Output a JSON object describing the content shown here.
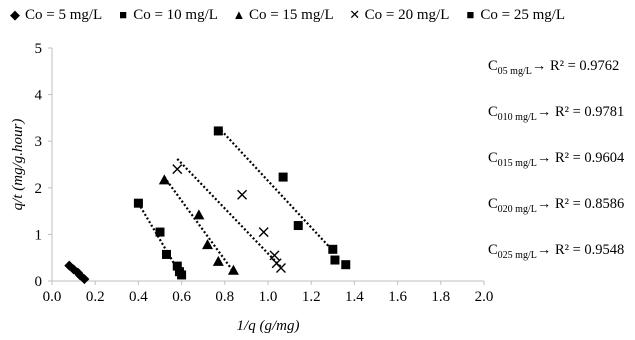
{
  "chart_data": {
    "type": "scatter",
    "xlabel": "1/q (g/mg)",
    "ylabel": "q/t (mg/g.hour)",
    "xlim": [
      0.0,
      2.0
    ],
    "ylim": [
      0,
      5
    ],
    "x_ticks": [
      "0.0",
      "0.2",
      "0.4",
      "0.6",
      "0.8",
      "1.0",
      "1.2",
      "1.4",
      "1.6",
      "1.8",
      "2.0"
    ],
    "y_ticks": [
      "0",
      "1",
      "2",
      "3",
      "4",
      "5"
    ],
    "grid": false,
    "legend_position": "top",
    "series": [
      {
        "name": "Co = 5 mg/L",
        "marker": "diamond",
        "marker_glyph": "◆",
        "points": [
          [
            0.08,
            0.33
          ],
          [
            0.1,
            0.25
          ],
          [
            0.12,
            0.18
          ],
          [
            0.13,
            0.12
          ],
          [
            0.15,
            0.04
          ]
        ],
        "fit": [
          [
            0.08,
            0.33
          ],
          [
            0.15,
            0.03
          ]
        ],
        "r2": {
          "prefix": "C",
          "sub": "05 mg/L",
          "text": "→ R² = 0.9762"
        }
      },
      {
        "name": "Co = 10 mg/L",
        "marker": "square",
        "marker_glyph": "■",
        "points": [
          [
            0.4,
            1.67
          ],
          [
            0.5,
            1.05
          ],
          [
            0.53,
            0.57
          ],
          [
            0.58,
            0.32
          ],
          [
            0.59,
            0.2
          ],
          [
            0.6,
            0.13
          ]
        ],
        "fit": [
          [
            0.4,
            1.67
          ],
          [
            0.6,
            0.1
          ]
        ],
        "r2": {
          "prefix": "C",
          "sub": "010 mg/L",
          "text": "→ R² = 0.9781"
        }
      },
      {
        "name": "Co = 15 mg/L",
        "marker": "triangle",
        "marker_glyph": "▲",
        "points": [
          [
            0.52,
            2.17
          ],
          [
            0.68,
            1.42
          ],
          [
            0.72,
            0.78
          ],
          [
            0.77,
            0.42
          ],
          [
            0.84,
            0.23
          ]
        ],
        "fit": [
          [
            0.52,
            2.23
          ],
          [
            0.84,
            0.2
          ]
        ],
        "r2": {
          "prefix": "C",
          "sub": "015 mg/L",
          "text": "→ R² = 0.9604"
        }
      },
      {
        "name": "Co = 20 mg/L",
        "marker": "x",
        "marker_glyph": "✕",
        "points": [
          [
            0.58,
            2.4
          ],
          [
            0.88,
            1.85
          ],
          [
            0.98,
            1.05
          ],
          [
            1.03,
            0.55
          ],
          [
            1.04,
            0.38
          ],
          [
            1.06,
            0.28
          ]
        ],
        "fit": [
          [
            0.58,
            2.62
          ],
          [
            1.06,
            0.3
          ]
        ],
        "r2": {
          "prefix": "C",
          "sub": "020 mg/L",
          "text": "→ R² = 0.8586"
        }
      },
      {
        "name": "Co = 25 mg/L",
        "marker": "square",
        "marker_glyph": "■",
        "points": [
          [
            0.77,
            3.22
          ],
          [
            1.07,
            2.23
          ],
          [
            1.14,
            1.19
          ],
          [
            1.3,
            0.68
          ],
          [
            1.31,
            0.45
          ],
          [
            1.36,
            0.35
          ]
        ],
        "fit": [
          [
            0.77,
            3.3
          ],
          [
            1.31,
            0.6
          ]
        ],
        "r2": {
          "prefix": "C",
          "sub": "025 mg/L",
          "text": "→ R² = 0.9548"
        }
      }
    ]
  }
}
